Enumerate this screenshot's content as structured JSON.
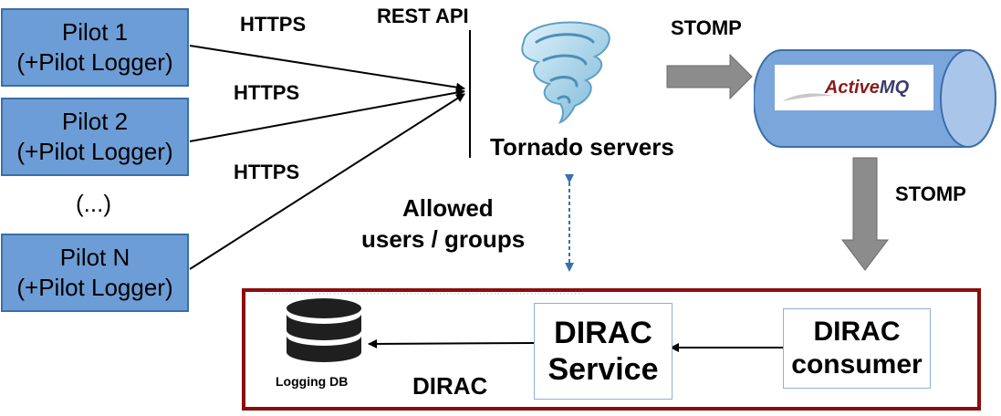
{
  "pilots": [
    {
      "line1": "Pilot 1",
      "line2": "(+Pilot Logger)"
    },
    {
      "line1": "Pilot 2",
      "line2": "(+Pilot Logger)"
    },
    {
      "line1": "Pilot N",
      "line2": "(+Pilot Logger)"
    }
  ],
  "ellipsis": "(...)",
  "https_labels": [
    "HTTPS",
    "HTTPS",
    "HTTPS"
  ],
  "rest_api": "REST API",
  "tornado_label": "Tornado servers",
  "stomp_top": "STOMP",
  "stomp_right": "STOMP",
  "activemq": {
    "prefix": "Active",
    "suffix": "MQ"
  },
  "allowed": {
    "line1": "Allowed",
    "line2": "users / groups"
  },
  "dirac_service": {
    "line1": "DIRAC",
    "line2": "Service"
  },
  "dirac_consumer": {
    "line1": "DIRAC",
    "line2": "consumer"
  },
  "dirac_label": "DIRAC",
  "logging_db": "Logging DB",
  "colors": {
    "pilot_fill": "#6d9dd6",
    "queue_fill": "#7aa6dc",
    "frame": "#8b0d0d",
    "gray_arrow": "#8c8c8c",
    "dotted": "#3a6fb0"
  }
}
